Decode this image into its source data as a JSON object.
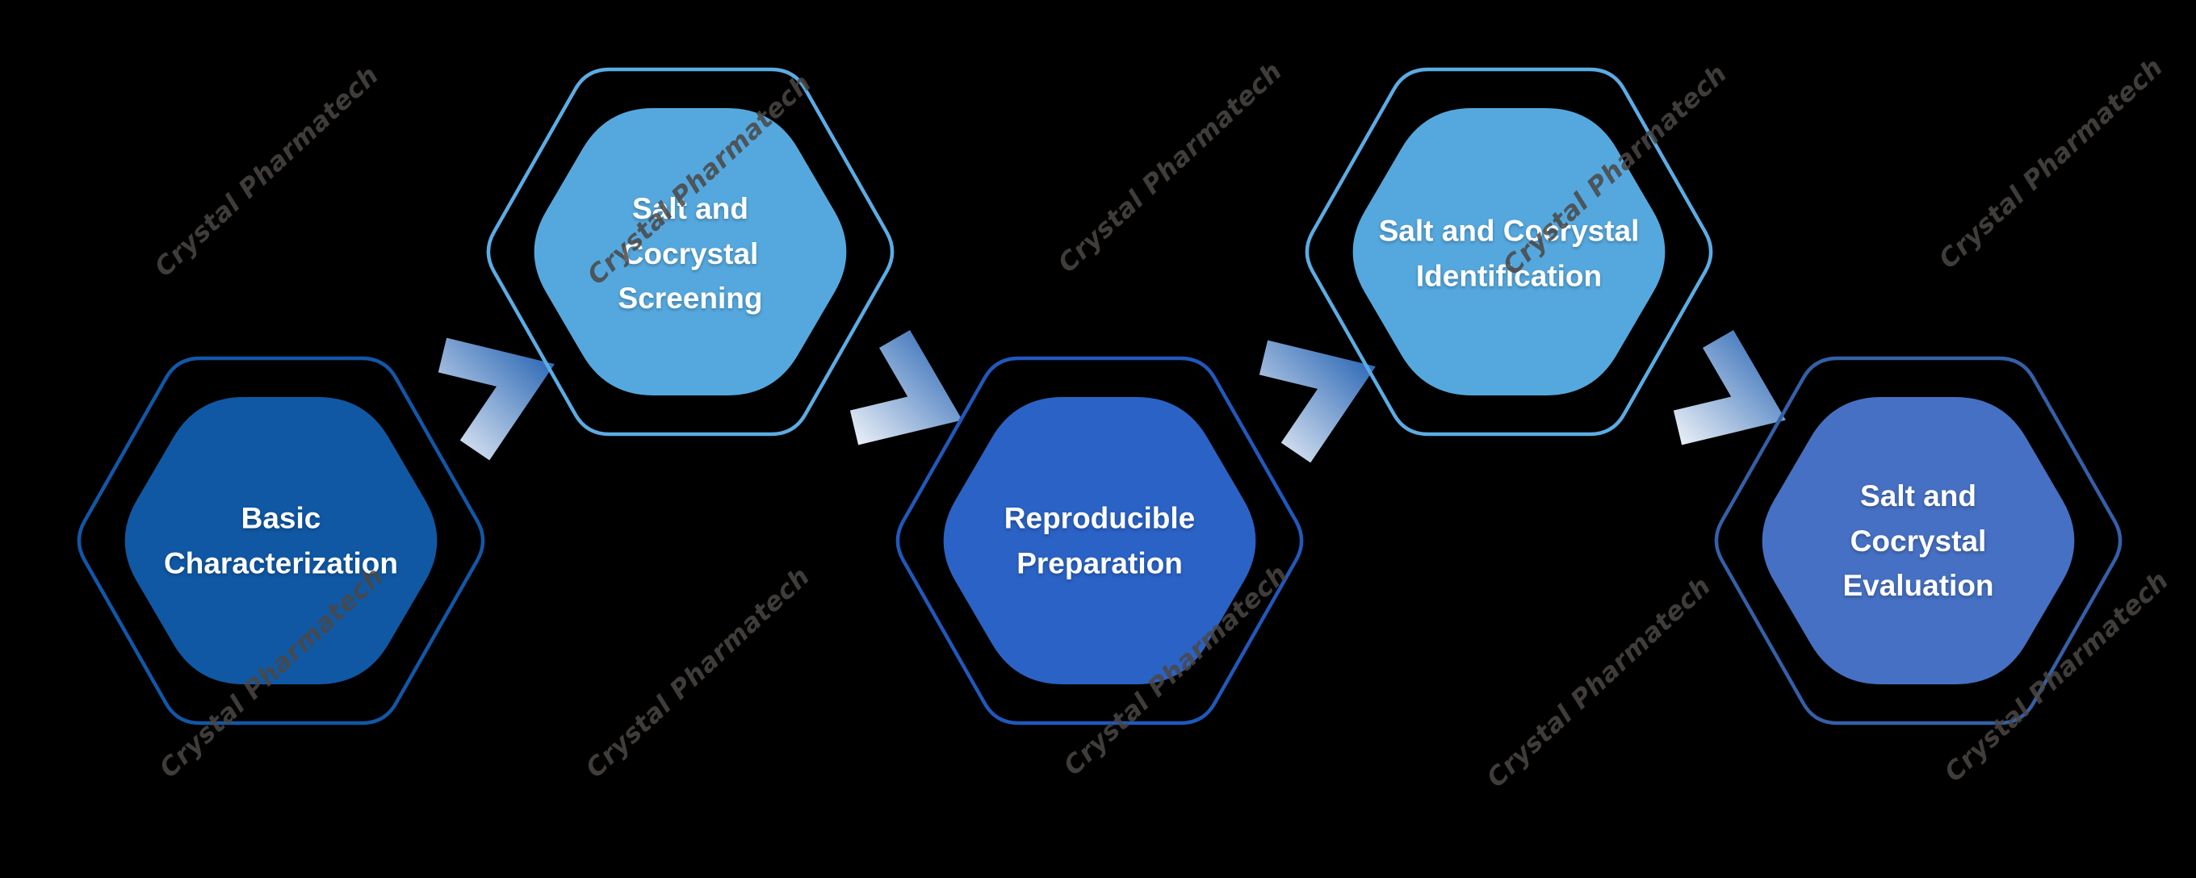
{
  "watermark": {
    "text": "Crystal Pharmatech",
    "color": "#4B4744",
    "opacity": 0.85
  },
  "diagram": {
    "background_color": "#000000",
    "text_color": "#FFFFFF",
    "steps": [
      {
        "id": 1,
        "label": "Basic\nCharacterization",
        "fill_color": "#1058A4",
        "outline_color": "#1257A8",
        "position": "lower"
      },
      {
        "id": 2,
        "label": "Salt and\nCocrystal\nScreening",
        "fill_color": "#55A8DE",
        "outline_color": "#5CACE4",
        "position": "upper"
      },
      {
        "id": 3,
        "label": "Reproducible\nPreparation",
        "fill_color": "#2B62C5",
        "outline_color": "#2158BC",
        "position": "lower"
      },
      {
        "id": 4,
        "label": "Salt and Cocrystal\nIdentification",
        "fill_color": "#55A8DE",
        "outline_color": "#5CACE4",
        "position": "upper"
      },
      {
        "id": 5,
        "label": "Salt and\nCocrystal\nEvaluation",
        "fill_color": "#4670C3",
        "outline_color": "#3560A8",
        "position": "lower"
      }
    ],
    "arrows": [
      {
        "between": "1-2",
        "direction": "up-right"
      },
      {
        "between": "2-3",
        "direction": "down-right"
      },
      {
        "between": "3-4",
        "direction": "up-right"
      },
      {
        "between": "4-5",
        "direction": "down-right"
      }
    ],
    "arrow_gradient": {
      "start_color": "#FFFFFF",
      "end_color": "#2E69B5"
    }
  }
}
